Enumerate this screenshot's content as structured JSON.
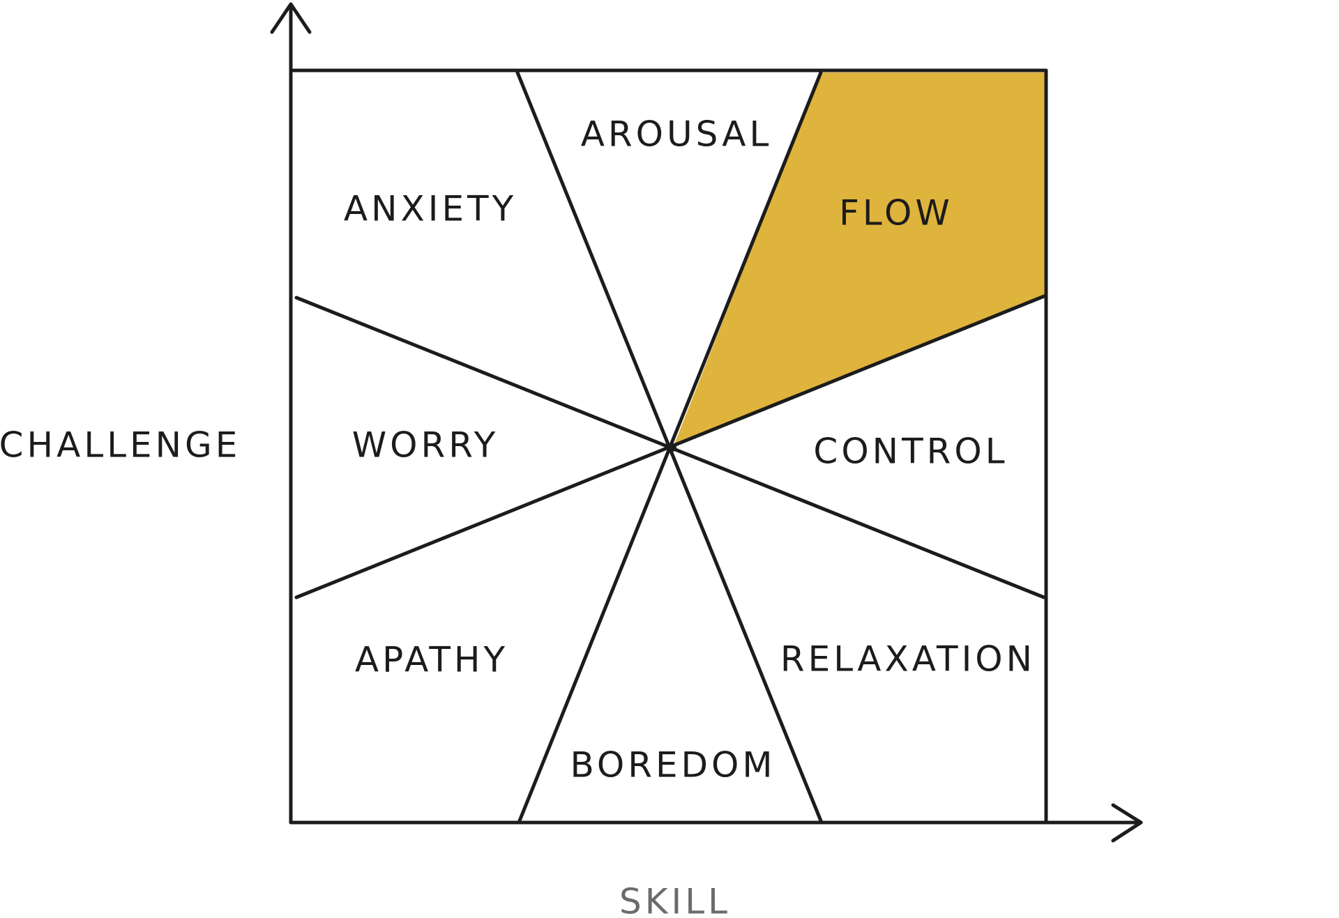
{
  "axes": {
    "y_label": "CHALLENGE",
    "x_label": "SKILL"
  },
  "regions": {
    "arousal": "AROUSAL",
    "anxiety": "ANXIETY",
    "flow": "FLOW",
    "worry": "WORRY",
    "control": "CONTROL",
    "apathy": "APATHY",
    "relaxation": "RELAXATION",
    "boredom": "BOREDOM"
  },
  "highlight": {
    "region": "flow",
    "color": "#DFB43C"
  },
  "colors": {
    "ink": "#1c1c1c",
    "skill_label": "#6b6b6b"
  }
}
